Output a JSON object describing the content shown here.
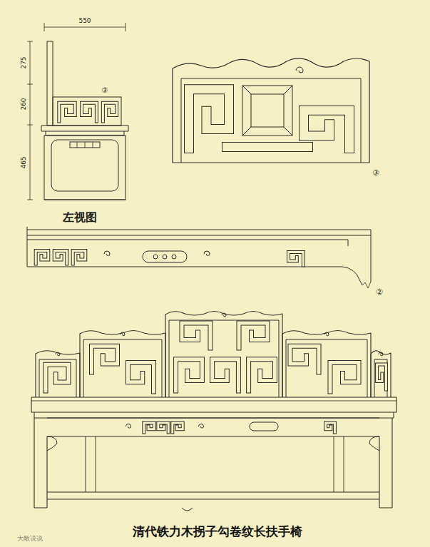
{
  "diagram": {
    "title": "清代铁力木拐子勾卷纹长扶手椅",
    "labels": [
      "550",
      "275",
      "260",
      "③",
      "465",
      "左视图",
      "③",
      "②",
      "大敞说说"
    ]
  }
}
